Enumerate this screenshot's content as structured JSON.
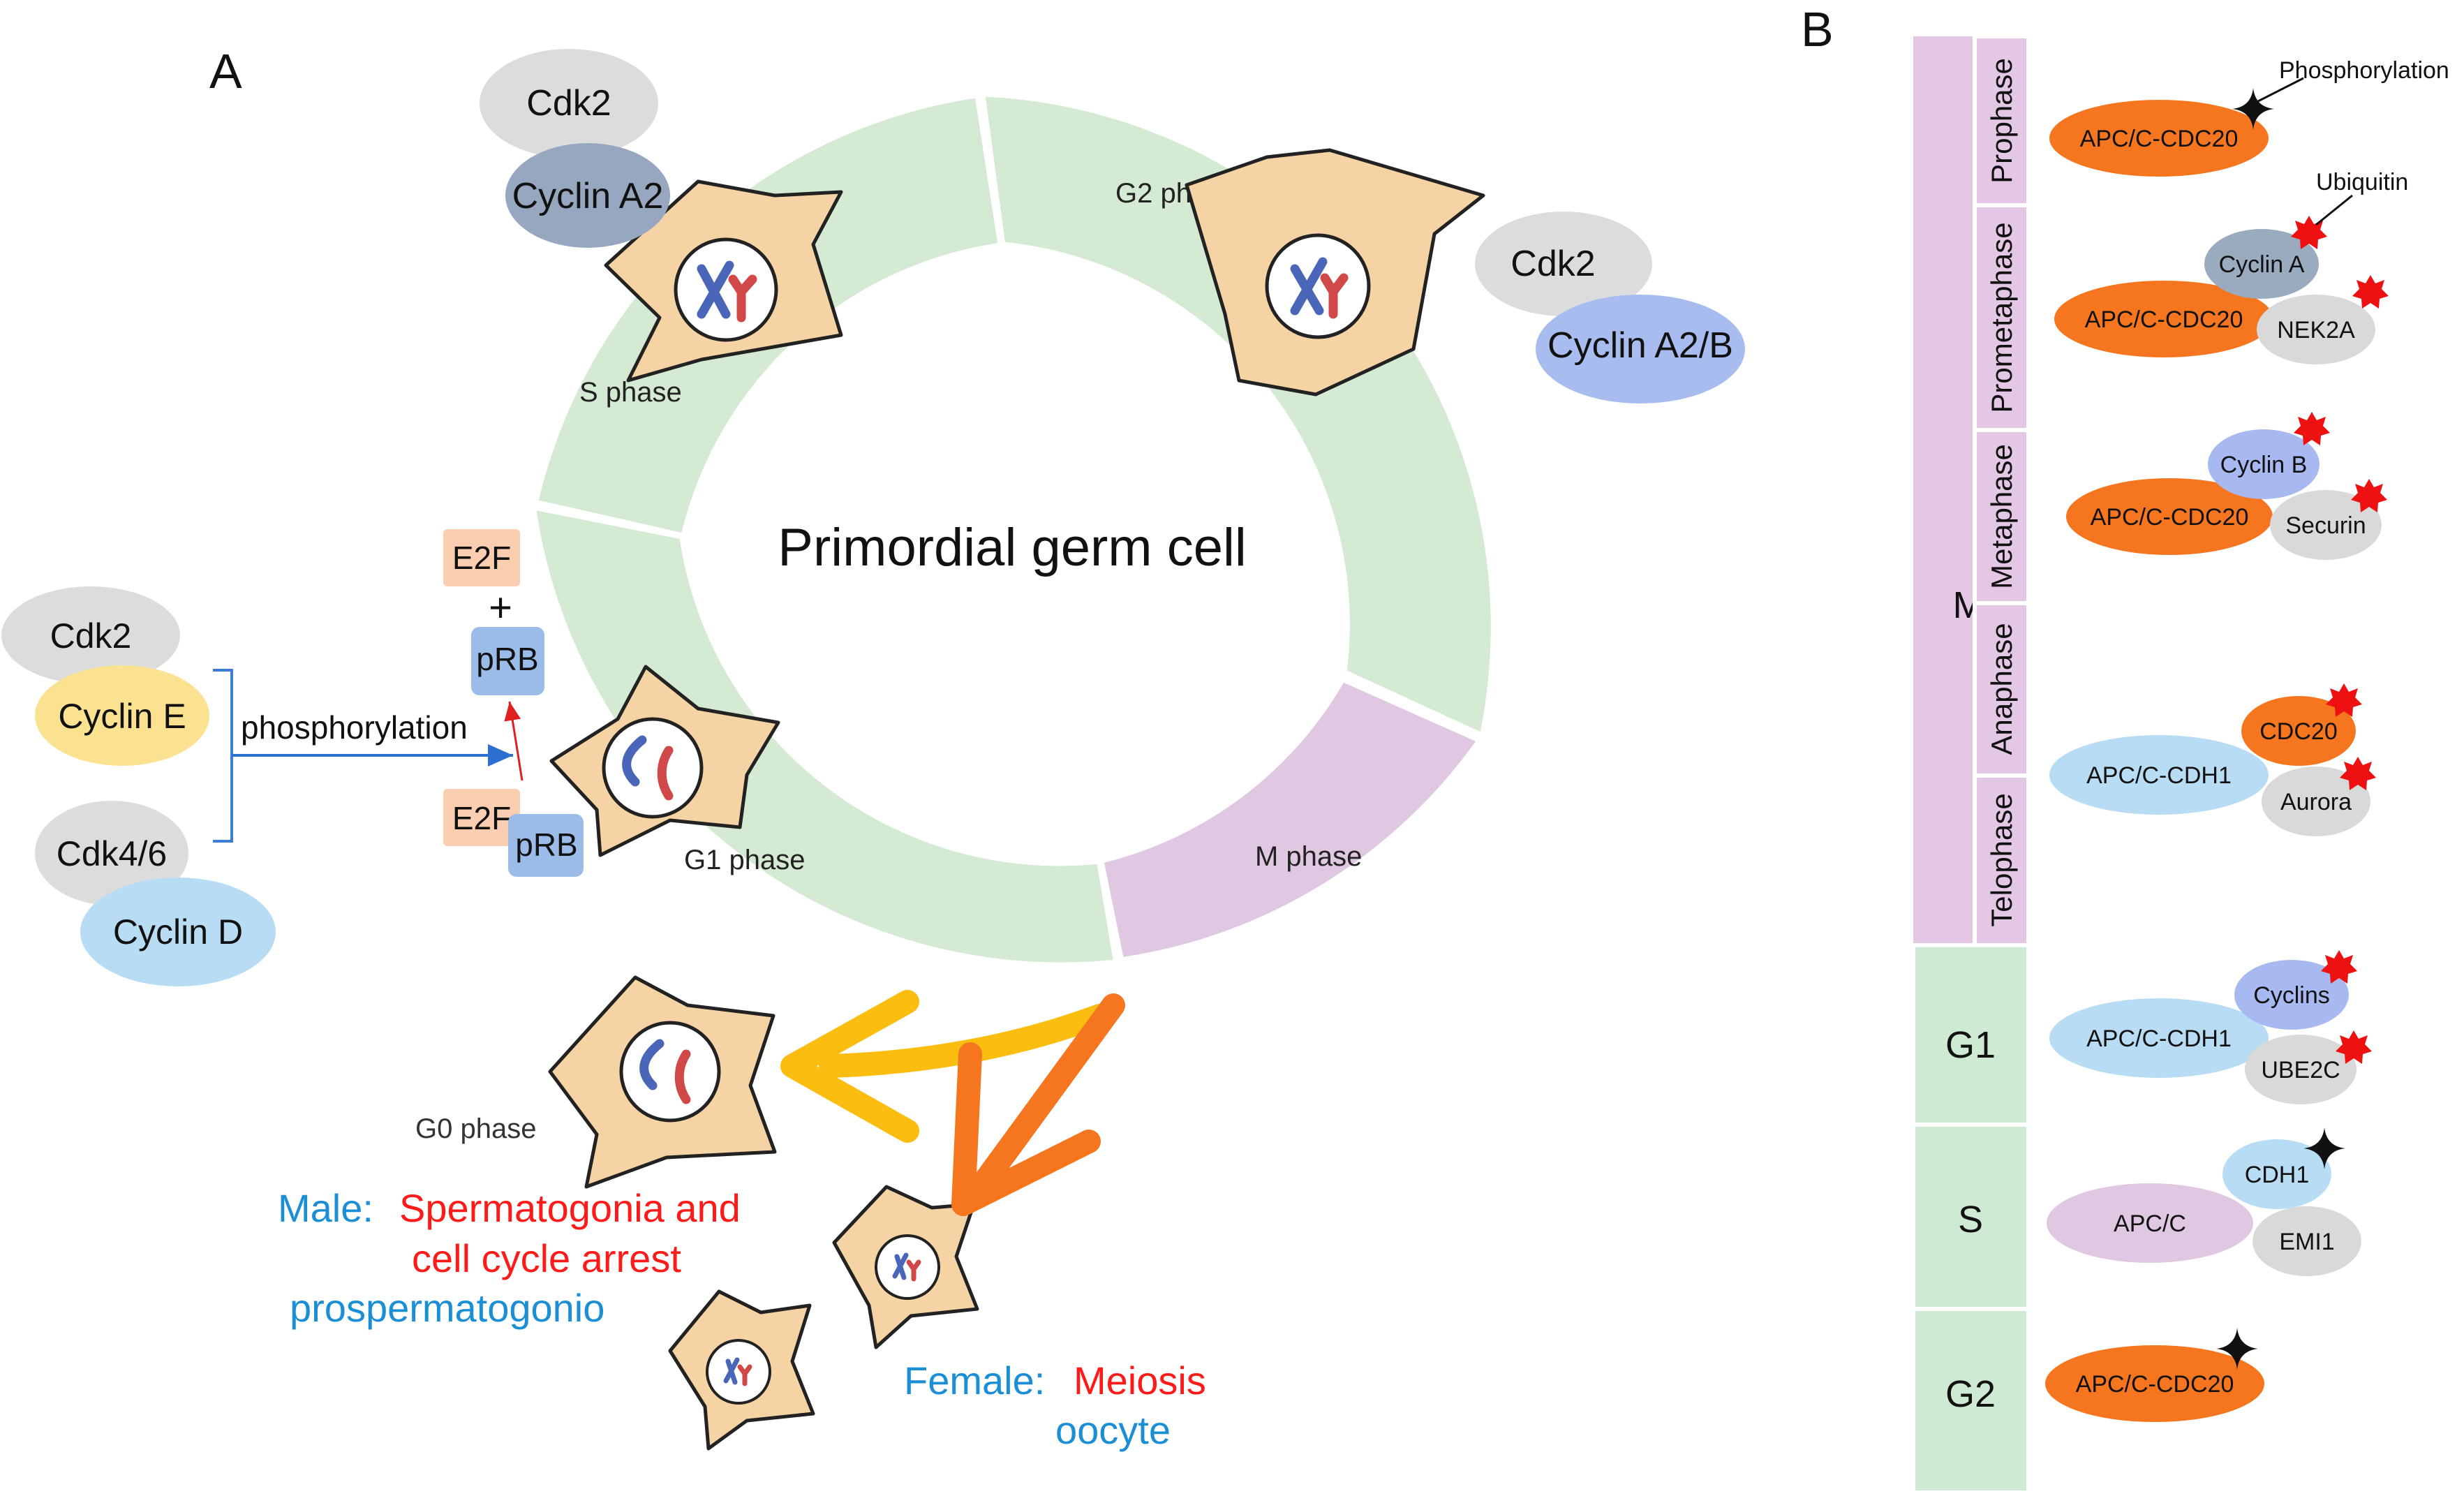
{
  "panel_a": {
    "label": "A",
    "center_title": "Primordial germ cell",
    "phases": {
      "s": "S phase",
      "g2": "G2 phase",
      "m": "M phase",
      "g1": "G1 phase",
      "g0": "G0 phase"
    },
    "complexes": {
      "s_cdk": "Cdk2",
      "s_cyclin": "Cyclin A2",
      "g2_cdk": "Cdk2",
      "g2_cyclin": "Cyclin A2/B",
      "e_cdk": "Cdk2",
      "e_cyclin": "Cyclin E",
      "d_cdk": "Cdk4/6",
      "d_cyclin": "Cyclin D"
    },
    "regulation": {
      "e2f_top": "E2F",
      "plus": "+",
      "prb_top": "pRB",
      "e2f_bottom": "E2F",
      "prb_bottom": "pRB",
      "arrow_label": "phosphorylation"
    },
    "male": {
      "prefix": "Male:",
      "line1": "Spermatogonia and",
      "line2": "cell cycle arrest",
      "line3": "prospermatogonio"
    },
    "female": {
      "prefix": "Female:",
      "line1": "Meiosis",
      "line2": "oocyte"
    }
  },
  "panel_b": {
    "label": "B",
    "annotations": {
      "phosphorylation": "Phosphorylation",
      "ubiquitin": "Ubiquitin"
    },
    "m_label": "M",
    "subphases": [
      "Prophase",
      "Prometaphase",
      "Metaphase",
      "Anaphase",
      "Telophase"
    ],
    "phases": [
      "G1",
      "S",
      "G2"
    ],
    "complexes": {
      "prophase": "APC/C-CDC20",
      "prometaphase": "APC/C-CDC20",
      "prometa_cyclin": "Cyclin A",
      "prometa_nek": "NEK2A",
      "metaphase": "APC/C-CDC20",
      "meta_cyclin": "Cyclin B",
      "meta_securin": "Securin",
      "anatelo": "APC/C-CDH1",
      "anatelo_cdc20": "CDC20",
      "anatelo_aurora": "Aurora",
      "g1": "APC/C-CDH1",
      "g1_cyclins": "Cyclins",
      "g1_ube2c": "UBE2C",
      "s": "APC/C",
      "s_cdh1": "CDH1",
      "s_emi1": "EMI1",
      "g2": "APC/C-CDC20"
    }
  },
  "colors": {
    "ring_green": "#d4ead2",
    "ring_purple": "#e0c8e2",
    "cell_fill": "#f6d3a4",
    "orange": "#f5761e",
    "gold": "#fbbe10",
    "blue_text": "#1a8fd6",
    "red_text": "#ff1a1a",
    "b_purple": "#e3c7e4",
    "b_green": "#cfead3",
    "light_blue": "#b8dcf3",
    "gray": "#d9d9d9",
    "periwinkle": "#a7b9f0",
    "slate": "#9aaabf"
  }
}
